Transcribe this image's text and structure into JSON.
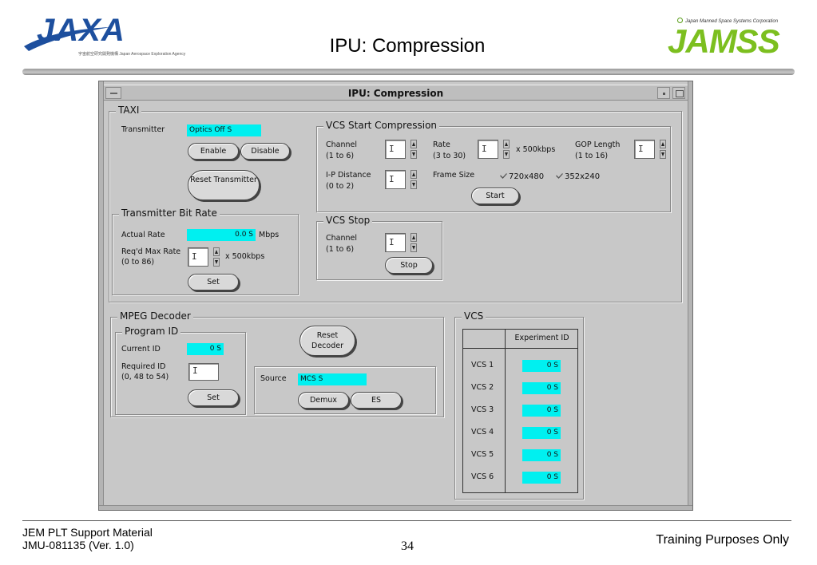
{
  "slide": {
    "title": "IPU: Compression",
    "jaxa_logo_text": "JAXA",
    "jaxa_logo_subtext": "宇宙航空研究開発機構 Japan Aerospace Exploration Agency",
    "jamss_logo_text": "JAMSS",
    "jamss_tagline": "Japan Manned Space Systems Corporation",
    "footer_left_line1": "JEM PLT Support Material",
    "footer_left_line2": "JMU-081135 (Ver. 1.0)",
    "page_number": "34",
    "footer_right": "Training Purposes Only",
    "accent_colors": {
      "jaxa_blue": "#1d4f9e",
      "jamss_green": "#7cbf1f",
      "field_cyan": "#00f0f0"
    }
  },
  "window": {
    "title": "IPU:  Compression",
    "taxi": {
      "group_label": "TAXI",
      "transmitter_label": "Transmitter",
      "transmitter_value": "Optics Off S",
      "enable_label": "Enable",
      "disable_label": "Disable",
      "reset_label": "Reset Transmitter"
    },
    "bit_rate": {
      "group_label": "Transmitter Bit Rate",
      "actual_rate_label": "Actual Rate",
      "actual_rate_value": "0.0 S",
      "actual_rate_unit": "Mbps",
      "max_rate_label_1": "Req'd Max Rate",
      "max_rate_label_2": "(0 to 86)",
      "max_rate_unit": "x 500kbps",
      "set_label": "Set"
    },
    "vcs_start": {
      "group_label": "VCS Start Compression",
      "channel_label_1": "Channel",
      "channel_label_2": "(1 to 6)",
      "rate_label_1": "Rate",
      "rate_label_2": "(3 to 30)",
      "rate_unit": "x 500kbps",
      "gop_label_1": "GOP Length",
      "gop_label_2": "(1 to 16)",
      "ip_label_1": "I-P Distance",
      "ip_label_2": "(0 to 2)",
      "frame_size_label": "Frame Size",
      "frame_option_1": "720x480",
      "frame_option_2": "352x240",
      "start_label": "Start"
    },
    "vcs_stop": {
      "group_label": "VCS Stop",
      "channel_label_1": "Channel",
      "channel_label_2": "(1 to 6)",
      "stop_label": "Stop"
    },
    "mpeg": {
      "group_label": "MPEG Decoder",
      "program_id_label": "Program ID",
      "current_id_label": "Current ID",
      "current_id_value": "0 S",
      "required_id_label_1": "Required ID",
      "required_id_label_2": "(0, 48 to 54)",
      "set_label": "Set",
      "reset_decoder_label": "Reset Decoder",
      "source_label": "Source",
      "source_value": "MCS S",
      "demux_label": "Demux",
      "es_label": "ES"
    },
    "vcs": {
      "group_label": "VCS",
      "column_header": "Experiment ID",
      "rows": [
        {
          "name": "VCS 1",
          "value": "0 S"
        },
        {
          "name": "VCS 2",
          "value": "0 S"
        },
        {
          "name": "VCS 3",
          "value": "0 S"
        },
        {
          "name": "VCS 4",
          "value": "0 S"
        },
        {
          "name": "VCS 5",
          "value": "0 S"
        },
        {
          "name": "VCS 6",
          "value": "0 S"
        }
      ]
    },
    "input_cursor_glyph": "I"
  }
}
